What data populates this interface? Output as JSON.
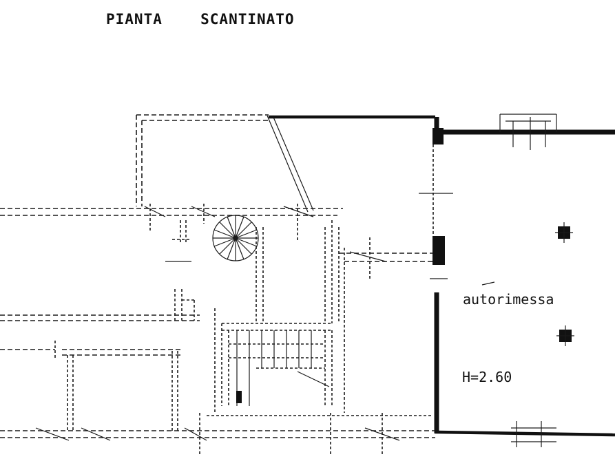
{
  "drawing": {
    "title": "PIANTA  SCANTINATO",
    "room": {
      "name": "autorimessa",
      "height": "H=2.60"
    }
  }
}
